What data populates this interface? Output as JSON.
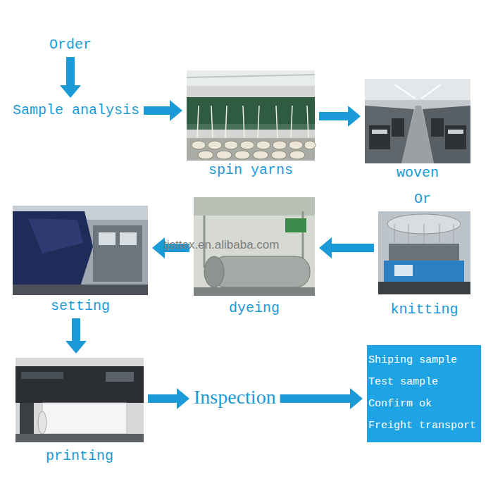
{
  "diagram": {
    "nodes": [
      {
        "text": [
          "Order"
        ]
      },
      {
        "text": [
          "Sample analysis"
        ]
      },
      {
        "text": [
          "spin yarns"
        ]
      },
      {
        "text": [
          "woven"
        ]
      },
      {
        "text": [
          "knitting"
        ]
      },
      {
        "text": [
          "dyeing"
        ]
      },
      {
        "text": [
          "setting"
        ]
      },
      {
        "text": [
          "printing"
        ]
      },
      {
        "text": [
          "Inspection"
        ]
      },
      {
        "text": [
          "Shiping sample",
          "Test sample",
          "Confirm ok",
          "Freight transport"
        ]
      }
    ],
    "edges": [
      {
        "from": 0,
        "to": 1,
        "arrow": "to"
      },
      {
        "from": 1,
        "to": 2,
        "arrow": "to"
      },
      {
        "from": 2,
        "to": 3,
        "arrow": "to"
      },
      {
        "from": 4,
        "to": 5,
        "arrow": "to"
      },
      {
        "from": 5,
        "to": 6,
        "arrow": "to"
      },
      {
        "from": 6,
        "to": 7,
        "arrow": "to"
      },
      {
        "from": 7,
        "to": 8,
        "arrow": "to"
      },
      {
        "from": 8,
        "to": 9,
        "arrow": "to"
      }
    ],
    "labels": [
      "Or",
      "tjsttex.en.alibaba.com"
    ]
  }
}
